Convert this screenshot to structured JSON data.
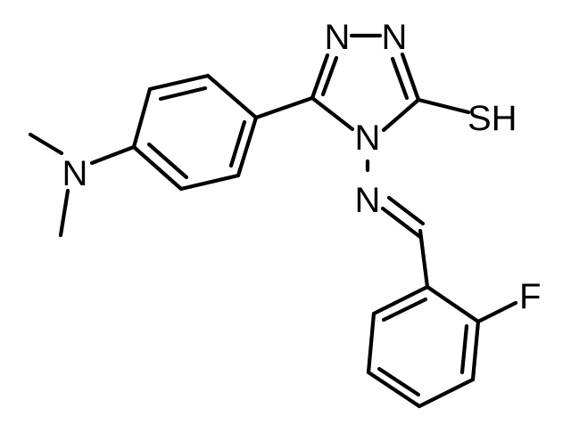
{
  "molecule": {
    "atoms": {
      "n_dimethylamino": "N",
      "n_triazole_1": "N",
      "n_triazole_2": "N",
      "n_triazole_4": "N",
      "n_imine": "N",
      "thiol": "SH",
      "fluorine": "F"
    },
    "colors": {
      "ink": "#000000",
      "background": "#ffffff"
    }
  }
}
